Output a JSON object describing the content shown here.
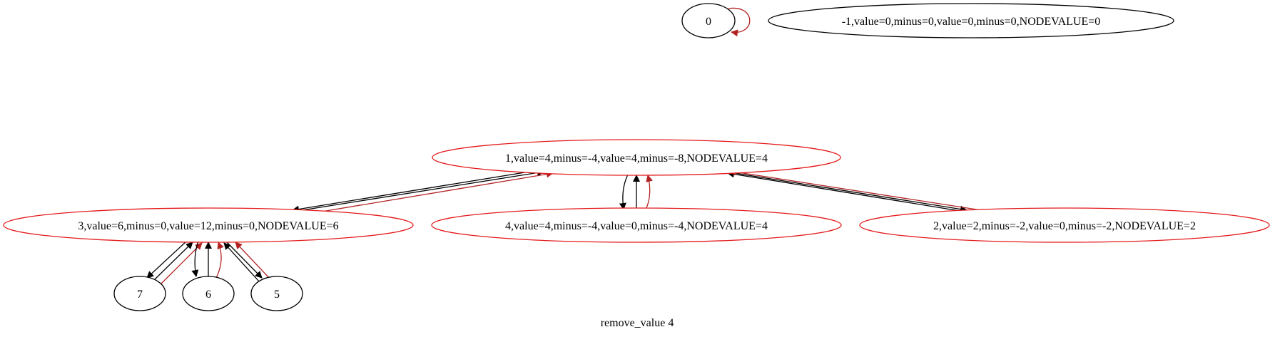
{
  "graph": {
    "caption": "remove_value 4",
    "colors": {
      "black": "#000000",
      "red_border": "#e41a1c",
      "red_edge": "#b22222",
      "background": "#ffffff"
    },
    "nodes": {
      "n0": {
        "label": "0",
        "border": "black"
      },
      "nm1": {
        "label": "-1,value=0,minus=0,value=0,minus=0,NODEVALUE=0",
        "border": "black"
      },
      "n1": {
        "label": "1,value=4,minus=-4,value=4,minus=-8,NODEVALUE=4",
        "border": "red"
      },
      "n3": {
        "label": "3,value=6,minus=0,value=12,minus=0,NODEVALUE=6",
        "border": "red"
      },
      "n4": {
        "label": "4,value=4,minus=-4,value=0,minus=-4,NODEVALUE=4",
        "border": "red"
      },
      "n2": {
        "label": "2,value=2,minus=-2,value=0,minus=-2,NODEVALUE=2",
        "border": "red"
      },
      "n7": {
        "label": "7",
        "border": "black"
      },
      "n6": {
        "label": "6",
        "border": "black"
      },
      "n5": {
        "label": "5",
        "border": "black"
      }
    },
    "edges": [
      {
        "from": "n0",
        "to": "n0",
        "color": "red"
      },
      {
        "from": "n1",
        "to": "n3",
        "color": "black"
      },
      {
        "from": "n3",
        "to": "n1",
        "color": "black"
      },
      {
        "from": "n3",
        "to": "n1",
        "color": "red"
      },
      {
        "from": "n1",
        "to": "n4",
        "color": "black"
      },
      {
        "from": "n4",
        "to": "n1",
        "color": "black"
      },
      {
        "from": "n4",
        "to": "n1",
        "color": "red"
      },
      {
        "from": "n1",
        "to": "n2",
        "color": "black"
      },
      {
        "from": "n2",
        "to": "n1",
        "color": "black"
      },
      {
        "from": "n2",
        "to": "n1",
        "color": "red"
      },
      {
        "from": "n3",
        "to": "n7",
        "color": "black"
      },
      {
        "from": "n7",
        "to": "n3",
        "color": "black"
      },
      {
        "from": "n7",
        "to": "n3",
        "color": "red"
      },
      {
        "from": "n3",
        "to": "n6",
        "color": "black"
      },
      {
        "from": "n6",
        "to": "n3",
        "color": "black"
      },
      {
        "from": "n6",
        "to": "n3",
        "color": "red"
      },
      {
        "from": "n3",
        "to": "n5",
        "color": "black"
      },
      {
        "from": "n5",
        "to": "n3",
        "color": "black"
      },
      {
        "from": "n5",
        "to": "n3",
        "color": "red"
      }
    ]
  }
}
